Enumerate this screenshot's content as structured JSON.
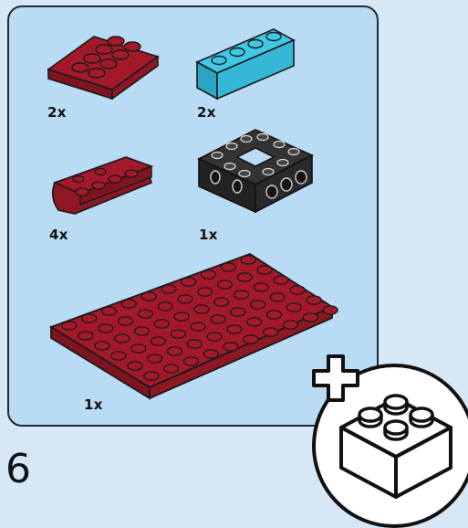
{
  "step": {
    "number": "6"
  },
  "parts": [
    {
      "name": "plate-2x4-dark-red",
      "quantity": "2x",
      "color": "#a3192a"
    },
    {
      "name": "brick-1x4-medium-azure",
      "quantity": "2x",
      "color": "#3ec8e6"
    },
    {
      "name": "curved-slope-plate-dark-red",
      "quantity": "4x",
      "color": "#a3192a"
    },
    {
      "name": "technic-frame-4x4-black",
      "quantity": "1x",
      "color": "#2a2a2a"
    },
    {
      "name": "plate-6x10-dark-red",
      "quantity": "1x",
      "color": "#a3192a"
    }
  ],
  "badge": {
    "icon": "add-brick-icon"
  }
}
